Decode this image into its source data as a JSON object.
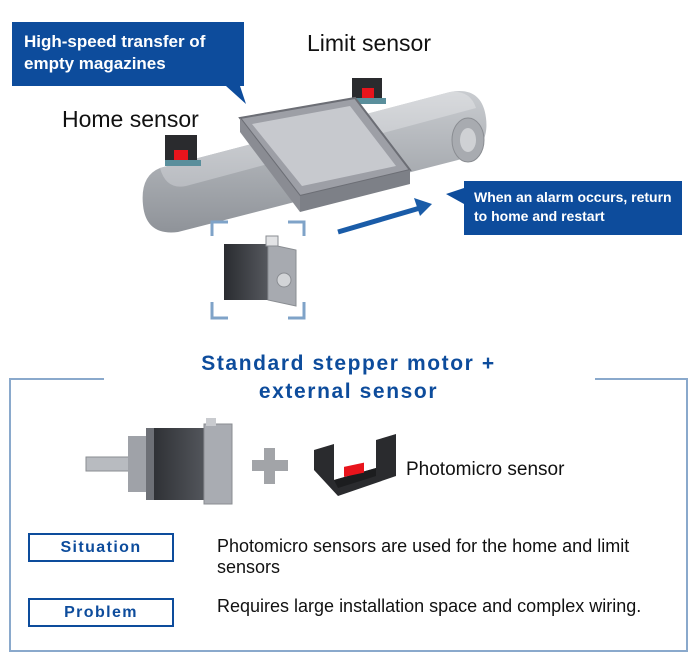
{
  "illustration": {
    "callout_transfer": "High-speed transfer of empty magazines",
    "callout_alarm": "When an alarm occurs, return to home and restart",
    "label_limit_sensor": "Limit sensor",
    "label_home_sensor": "Home sensor"
  },
  "panel": {
    "title_line1": "Standard stepper motor +",
    "title_line2": "external sensor",
    "plus_symbol": "+",
    "photomicro_label": "Photomicro sensor",
    "rows": [
      {
        "tag": "Situation",
        "text": "Photomicro sensors are used for the home and limit sensors"
      },
      {
        "tag": "Problem",
        "text": "Requires large installation space and complex wiring."
      }
    ]
  },
  "colors": {
    "accent_blue": "#0d4c9c",
    "panel_border": "#8aa9cc",
    "sensor_red": "#e8141c"
  }
}
